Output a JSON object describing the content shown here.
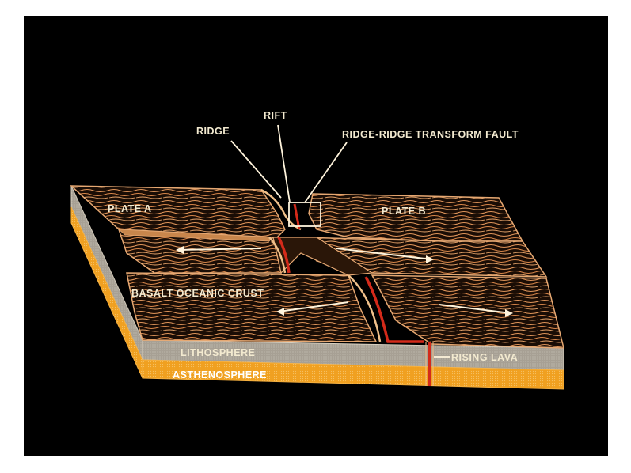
{
  "colors": {
    "background": "#000000",
    "crust_fill": "#1a0d05",
    "crust_texture": "#e0955a",
    "lithosphere": "#a9a297",
    "asthenosphere": "#f0a020",
    "lava": "#d42a1a",
    "label_text": "#f3ead0"
  },
  "labels": {
    "ridge": "RIDGE",
    "rift": "RIFT",
    "transform_fault": "RIDGE-RIDGE  TRANSFORM FAULT",
    "plate_a": "PLATE A",
    "plate_b": "PLATE B",
    "basalt": "BASALT OCEANIC CRUST",
    "lithosphere": "LITHOSPHERE",
    "rising_lava": "RISING LAVA",
    "asthenosphere": "ASTHENOSPHERE"
  }
}
